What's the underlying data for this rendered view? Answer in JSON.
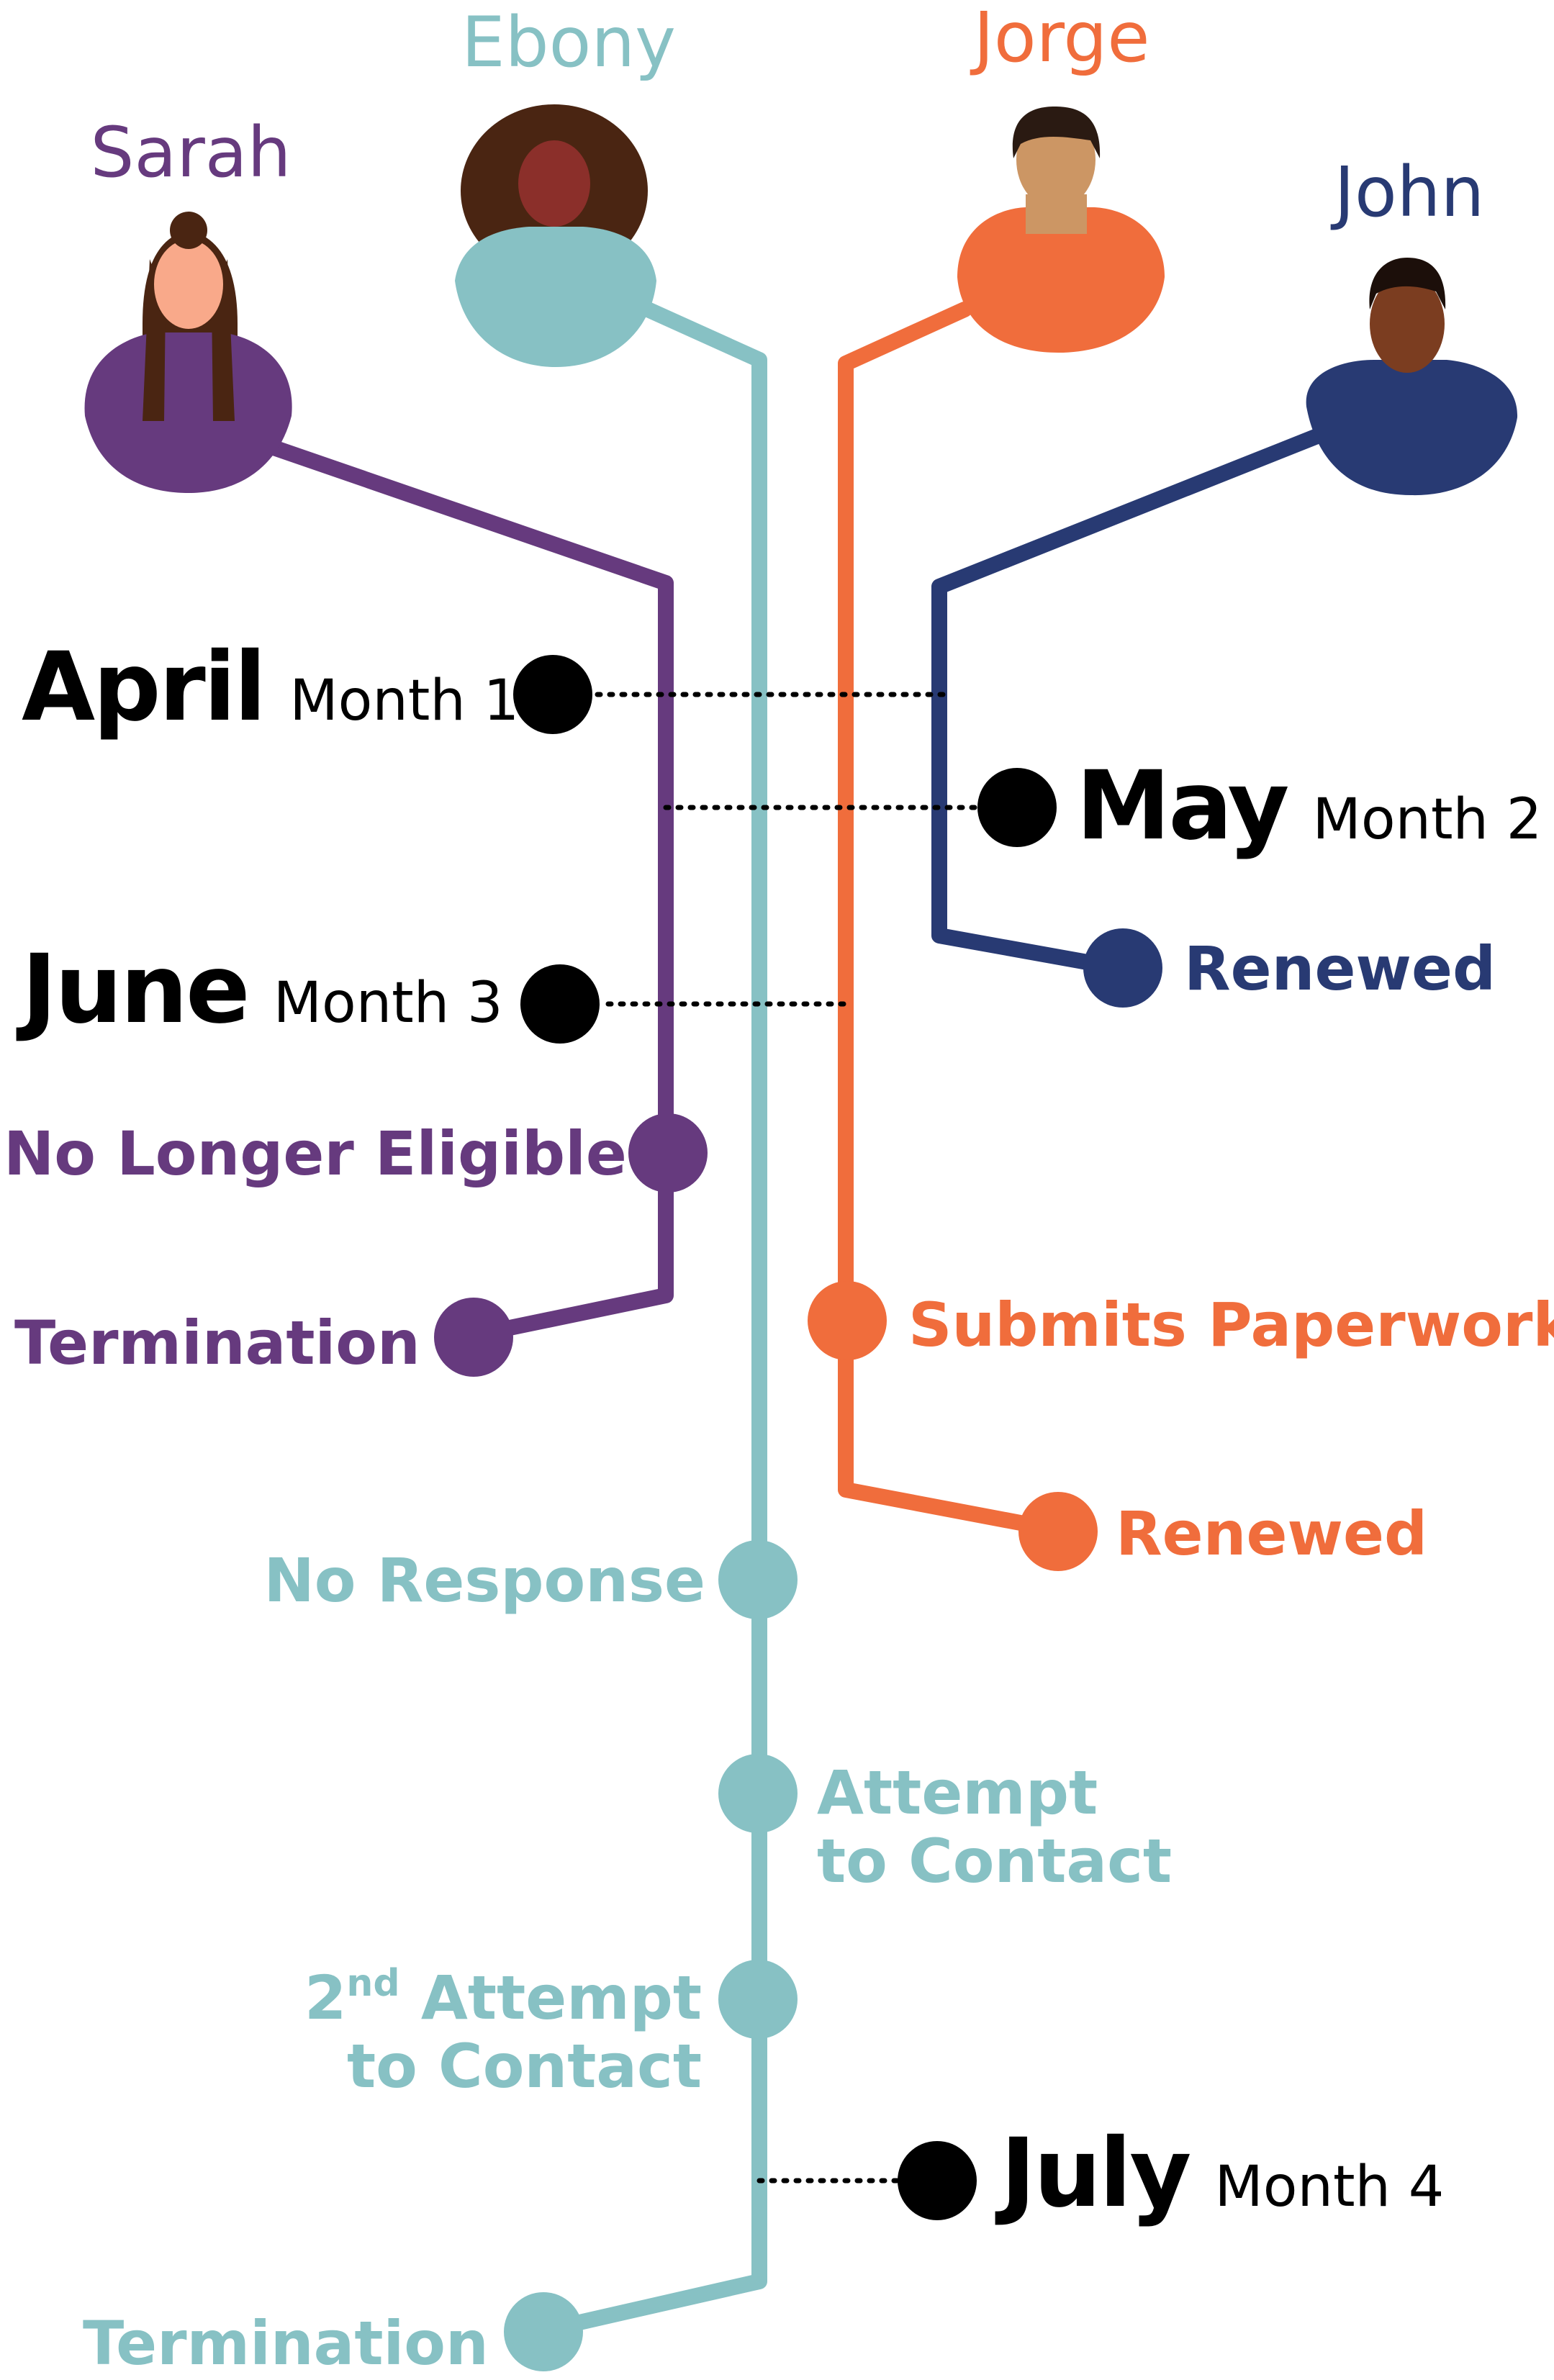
{
  "colors": {
    "sarah": "#663a7e",
    "ebony": "#87c1c4",
    "jorge": "#f06d3c",
    "john": "#283a73",
    "timeline": "#000000",
    "sarah_skin": "#f9a98a",
    "sarah_hair": "#4a2512",
    "ebony_skin": "#8b2f2a",
    "ebony_hair": "#4a2512",
    "jorge_skin": "#cc9664",
    "jorge_hair": "#2a1a12",
    "john_skin": "#7b3d20",
    "john_hair": "#1c0f0a"
  },
  "people": {
    "sarah": "Sarah",
    "ebony": "Ebony",
    "jorge": "Jorge",
    "john": "John"
  },
  "months": {
    "april": {
      "name": "April",
      "sub": "Month 1"
    },
    "may": {
      "name": "May",
      "sub": "Month 2"
    },
    "june": {
      "name": "June",
      "sub": "Month 3"
    },
    "july": {
      "name": "July",
      "sub": "Month 4"
    }
  },
  "events": {
    "john_renewed": "Renewed",
    "sarah_no_longer_eligible": "No Longer Eligible",
    "sarah_termination": "Termination",
    "jorge_submits_paperwork": "Submits Paperwork",
    "jorge_renewed": "Renewed",
    "ebony_no_response": "No Response",
    "ebony_attempt_line1": "Attempt",
    "ebony_attempt_line2": "to Contact",
    "ebony_second_attempt_num": "2",
    "ebony_second_attempt_sup": "nd",
    "ebony_second_attempt_line1": " Attempt",
    "ebony_second_attempt_line2": "to Contact",
    "ebony_termination": "Termination"
  }
}
